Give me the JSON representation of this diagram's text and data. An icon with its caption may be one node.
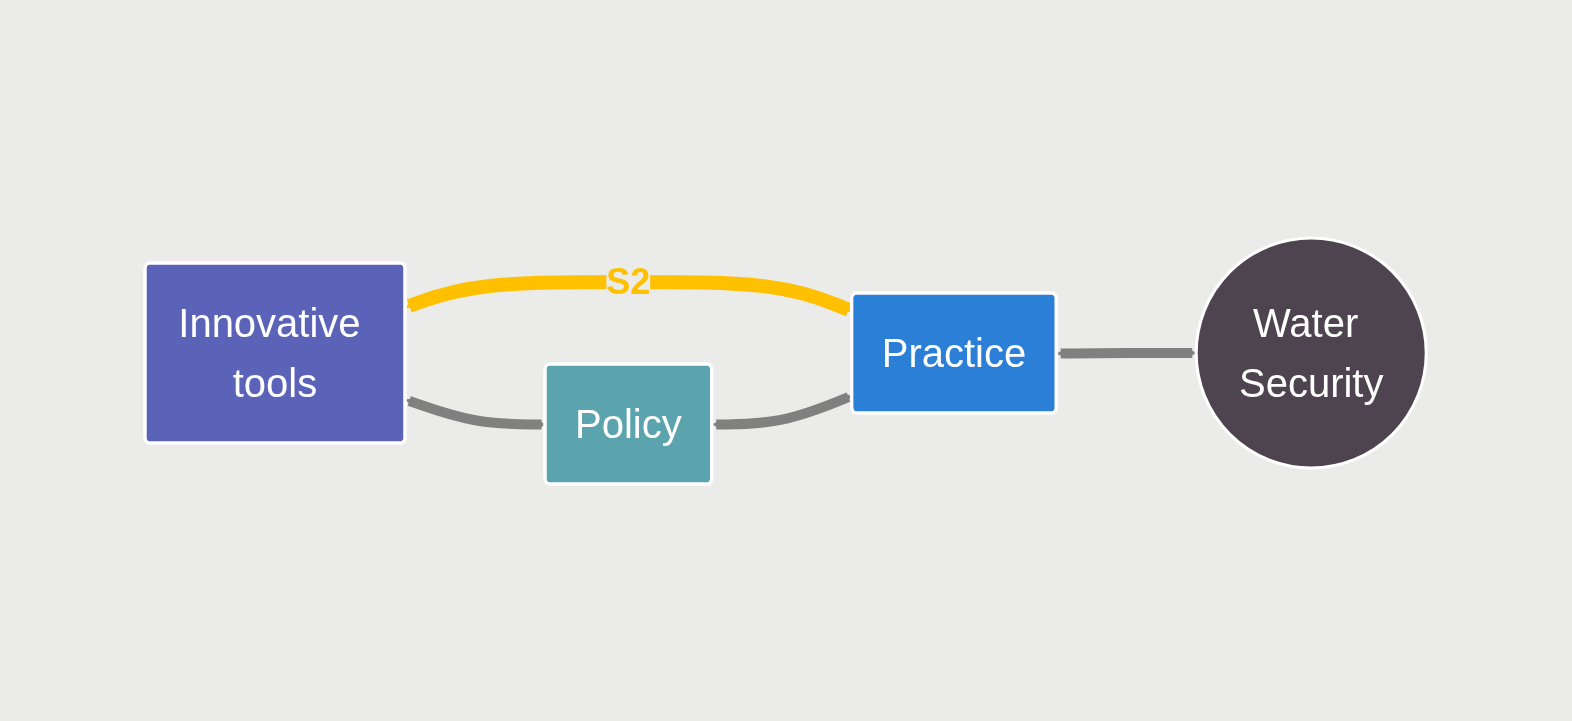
{
  "diagram": {
    "nodes": [
      {
        "text": [
          "Innovative tools"
        ]
      },
      {
        "text": [
          "Policy"
        ]
      },
      {
        "text": [
          "Practice"
        ]
      },
      {
        "text": [
          "Water Security"
        ]
      }
    ],
    "edges": [
      {
        "from": 0,
        "to": 2,
        "arrow": "both",
        "label": "S2",
        "color": "#ffc000"
      },
      {
        "from": 0,
        "to": 1,
        "arrow": "both"
      },
      {
        "from": 1,
        "to": 2,
        "arrow": "both"
      },
      {
        "from": 2,
        "to": 3,
        "arrow": "both"
      }
    ]
  }
}
